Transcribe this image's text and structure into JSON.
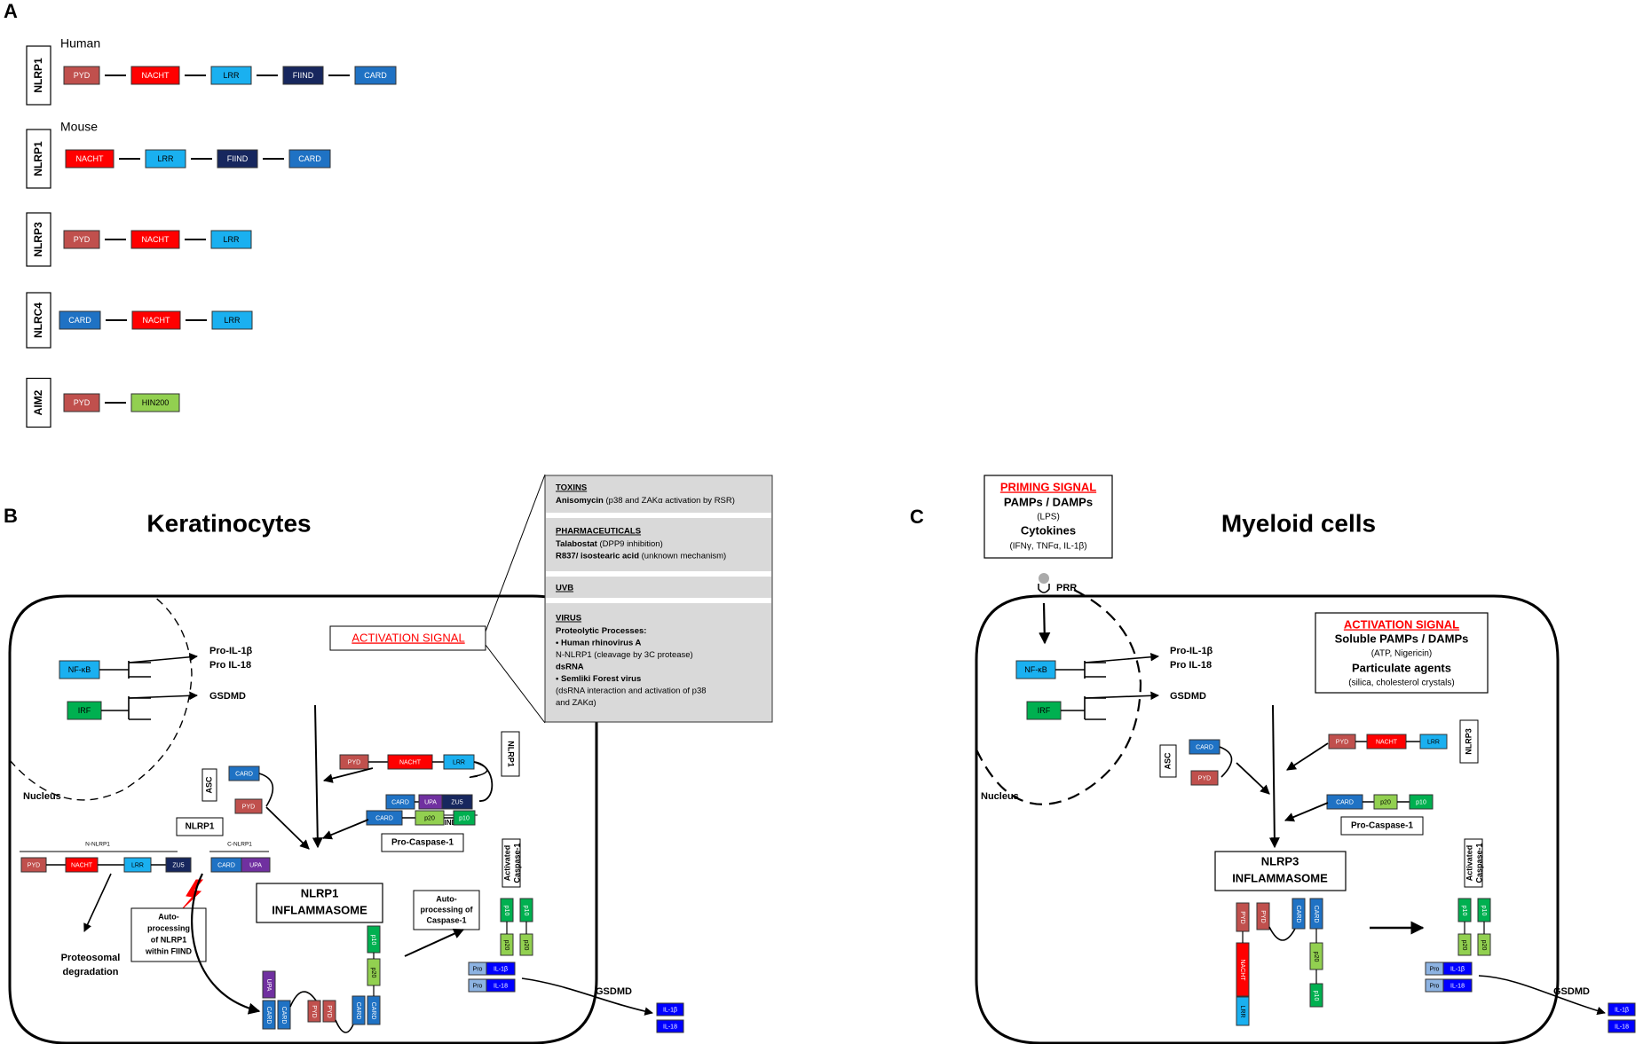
{
  "panel_a": {
    "letter": "A",
    "rows": [
      {
        "protein": "NLRP1",
        "species": "Human",
        "domains": [
          "PYD",
          "NACHT",
          "LRR",
          "FIIND",
          "CARD"
        ]
      },
      {
        "protein": "NLRP1",
        "species": "Mouse",
        "domains": [
          "NACHT",
          "LRR",
          "FIIND",
          "CARD"
        ]
      },
      {
        "protein": "NLRP3",
        "species": "",
        "domains": [
          "PYD",
          "NACHT",
          "LRR"
        ]
      },
      {
        "protein": "NLRC4",
        "species": "",
        "domains": [
          "CARD",
          "NACHT",
          "LRR"
        ]
      },
      {
        "protein": "AIM2",
        "species": "",
        "domains": [
          "PYD",
          "HIN200"
        ]
      }
    ]
  },
  "panel_b": {
    "letter": "B",
    "title": "Keratinocytes",
    "activation_signal": "ACTIVATION SIGNAL",
    "nucleus": "Nucleus",
    "tf1": "NF-κB",
    "tf2": "IRF",
    "out1": "Pro-IL-1β",
    "out2": "Pro IL-18",
    "out3": "GSDMD",
    "asc": "ASC",
    "nlrp1_label": "NLRP1",
    "nlrp1_box": "NLRP1",
    "n_nlrp1": "N-NLRP1",
    "c_nlrp1": "C-NLRP1",
    "fiind": "FIIND",
    "upa": "UPA",
    "zu5": "ZU5",
    "p20": "p20",
    "p10": "p10",
    "procasp": "Pro-Caspase-1",
    "auto_fiind": [
      "Auto-",
      "processing",
      "of NLRP1",
      "within FIIND"
    ],
    "proteasomal": [
      "Proteosomal",
      "degradation"
    ],
    "inflammasome": [
      "NLRP1",
      "INFLAMMASOME"
    ],
    "auto_casp": [
      "Auto-",
      "processing of",
      "Caspase-1"
    ],
    "activated": [
      "Activated",
      "Caspase-1"
    ],
    "pro": "Pro",
    "il1b": "IL-1β",
    "il18": "IL-18",
    "gsdmd": "GSDMD",
    "il1b_out": "IL-1β",
    "il18_out": "IL-18"
  },
  "stimuli": [
    {
      "heading": "TOXINS",
      "lines": [
        {
          "bold": "Anisomycin",
          "rest": " (p38 and ZAKα activation by RSR)"
        }
      ]
    },
    {
      "heading": "PHARMACEUTICALS",
      "lines": [
        {
          "bold": "Talabostat",
          "rest": " (DPP9 inhibition)"
        },
        {
          "bold": "R837/ isostearic acid",
          "rest": " (unknown mechanism)"
        }
      ]
    },
    {
      "heading": "UVB",
      "lines": []
    },
    {
      "heading": "VIRUS",
      "lines": [
        {
          "bold": "Proteolytic Processes:",
          "rest": ""
        },
        {
          "bold": "•   Human rhinovirus A",
          "rest": ""
        },
        {
          "bold": "",
          "rest": "     N-NLRP1 (cleavage by 3C protease)"
        },
        {
          "bold": "dsRNA",
          "rest": ""
        },
        {
          "bold": "•   Semliki Forest virus",
          "rest": ""
        },
        {
          "bold": "",
          "rest": "     (dsRNA interaction and activation of p38"
        },
        {
          "bold": "",
          "rest": "      and ZAKα)"
        }
      ]
    }
  ],
  "panel_c": {
    "letter": "C",
    "title": "Myeloid cells",
    "priming": {
      "title": "PRIMING SIGNAL",
      "line1": "PAMPs / DAMPs",
      "line2": "(LPS)",
      "line3": "Cytokines",
      "line4": "(IFNγ, TNFα, IL-1β)"
    },
    "prr": "PRR",
    "activation": {
      "title": "ACTIVATION SIGNAL",
      "line1": "Soluble PAMPs / DAMPs",
      "line2": "(ATP, Nigericin)",
      "line3": "Particulate agents",
      "line4": "(silica, cholesterol crystals)"
    },
    "nucleus": "Nucleus",
    "tf1": "NF-κB",
    "tf2": "IRF",
    "out1": "Pro-IL-1β",
    "out2": "Pro IL-18",
    "out3": "GSDMD",
    "asc": "ASC",
    "nlrp3": "NLRP3",
    "procasp": "Pro-Caspase-1",
    "inflammasome": [
      "NLRP3",
      "INFLAMMASOME"
    ],
    "activated": [
      "Activated",
      "Caspase-1"
    ],
    "gsdmd": "GSDMD"
  },
  "colors": {
    "PYD": "#c0504d",
    "NACHT": "#ff0000",
    "LRR": "#1ab0f0",
    "FIIND": "#17275e",
    "CARD": "#1f72c4",
    "HIN200": "#92d050",
    "UPA": "#7030a0",
    "ZU5": "#17275e",
    "p20": "#92d050",
    "p10": "#00b050",
    "TF": "#00b050",
    "IL": "#0000ff",
    "Pro": "#8db3e2",
    "signal_red": "#ff0000"
  }
}
